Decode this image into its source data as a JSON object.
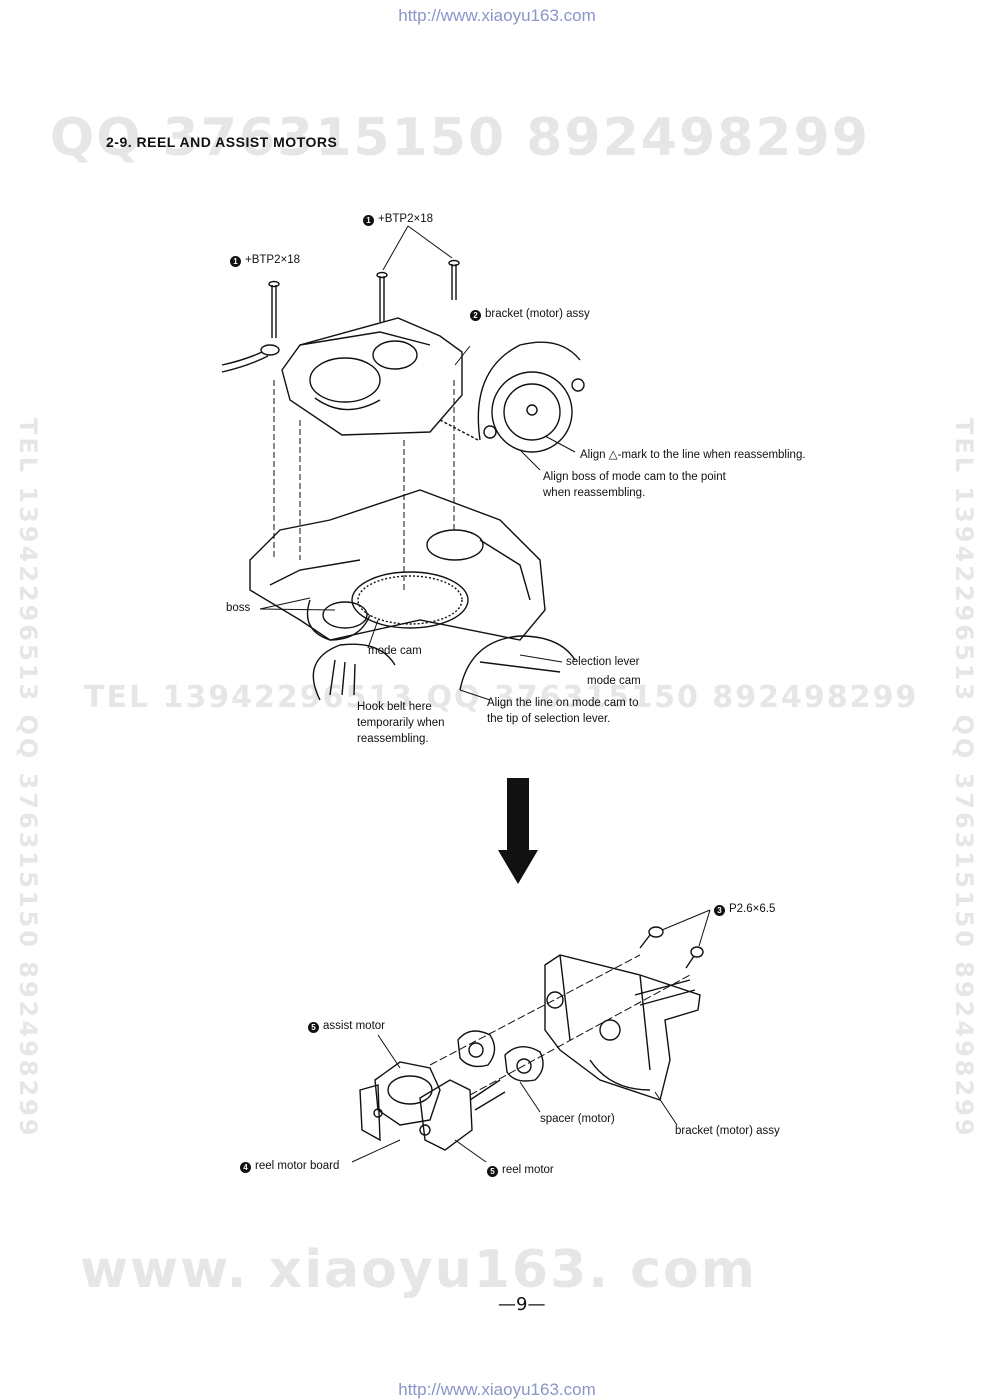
{
  "header_url": "http://www.xiaoyu163.com",
  "footer_url": "http://www.xiaoyu163.com",
  "watermarks": {
    "top": "QQ 376315150   892498299",
    "middle": "TEL 13942296513   QQ 376315150  892498299",
    "bottom": "www. xiaoyu163. com",
    "vertical": "TEL 13942296513 QQ 376315150 892498299"
  },
  "section_title": "2-9.  REEL AND ASSIST MOTORS",
  "upper_figure": {
    "screw_left": {
      "num": "1",
      "text": "+BTP2×18"
    },
    "screw_top": {
      "num": "1",
      "text": "+BTP2×18"
    },
    "bracket": {
      "num": "2",
      "text": "bracket (motor) assy"
    },
    "align_mark": "Align △-mark to the line when reassembling.",
    "align_boss_1": "Align boss of mode cam to the point",
    "align_boss_2": "when reassembling.",
    "boss": "boss",
    "mode_cam": "mode cam",
    "selection_lever": "selection lever",
    "mode_cam_2": "mode cam",
    "align_line_1": "Align the line on mode cam to",
    "align_line_2": "the tip of selection lever.",
    "hook_1": "Hook belt here",
    "hook_2": "temporarily when",
    "hook_3": "reassembling."
  },
  "lower_figure": {
    "screws": {
      "num": "3",
      "text": "P2.6×6.5"
    },
    "assist_motor": {
      "num": "5",
      "text": "assist motor"
    },
    "spacer": "spacer (motor)",
    "bracket": "bracket (motor) assy",
    "reel_motor_board": {
      "num": "4",
      "text": "reel motor board"
    },
    "reel_motor": {
      "num": "5",
      "text": "reel motor"
    }
  },
  "page_number": "—9—"
}
